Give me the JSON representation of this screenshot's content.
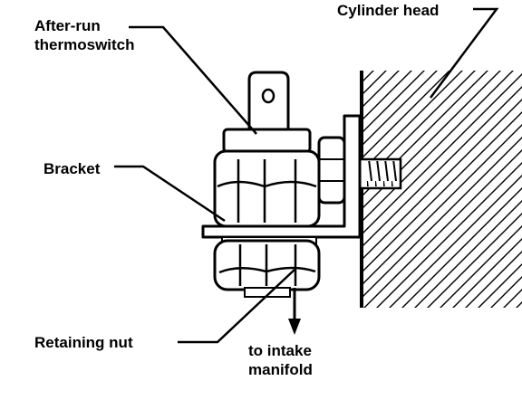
{
  "labels": {
    "after_run_line1": "After-run",
    "after_run_line2": "thermoswitch",
    "cylinder_head": "Cylinder head",
    "bracket": "Bracket",
    "retaining_nut": "Retaining nut",
    "intake_line1": "to intake",
    "intake_line2": "manifold"
  }
}
